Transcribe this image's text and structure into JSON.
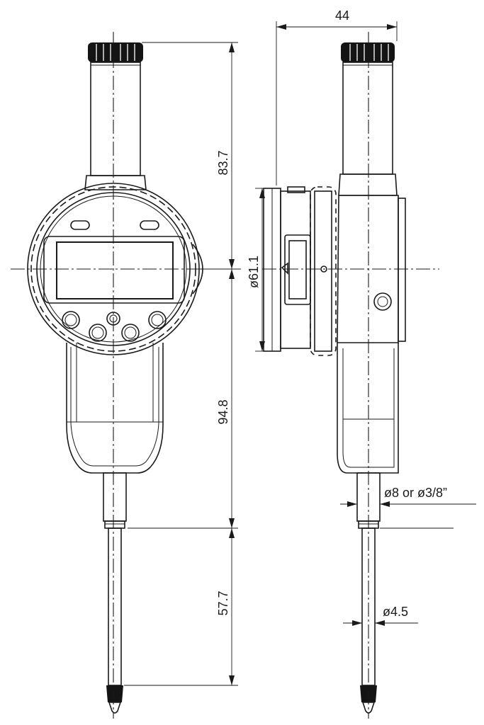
{
  "dimensions": {
    "height_top": "83.7",
    "height_body": "94.8",
    "height_stem": "57.7",
    "depth": "44",
    "bezel_diameter": "ø61.1",
    "stem_diameter": "ø8 or ø3/8”",
    "spindle_diameter": "ø4.5"
  }
}
